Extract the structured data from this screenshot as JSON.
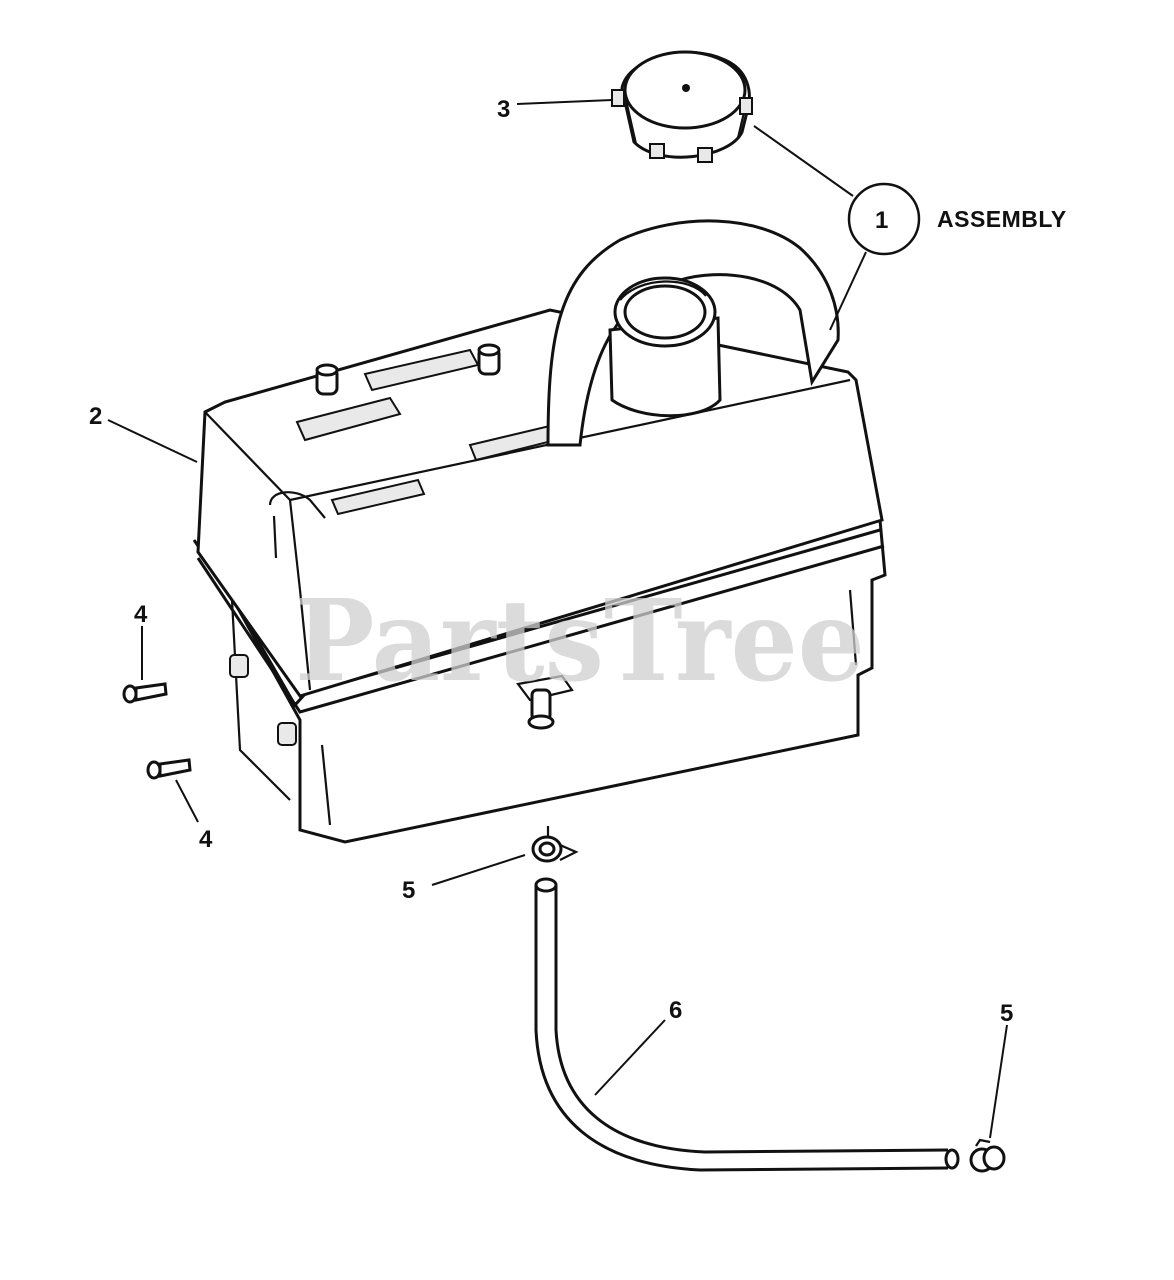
{
  "callouts": {
    "c1": "1",
    "c2": "2",
    "c3": "3",
    "c4a": "4",
    "c4b": "4",
    "c5a": "5",
    "c5b": "5",
    "c6": "6"
  },
  "assembly_label": "ASSEMBLY",
  "watermark": "PartsTree"
}
